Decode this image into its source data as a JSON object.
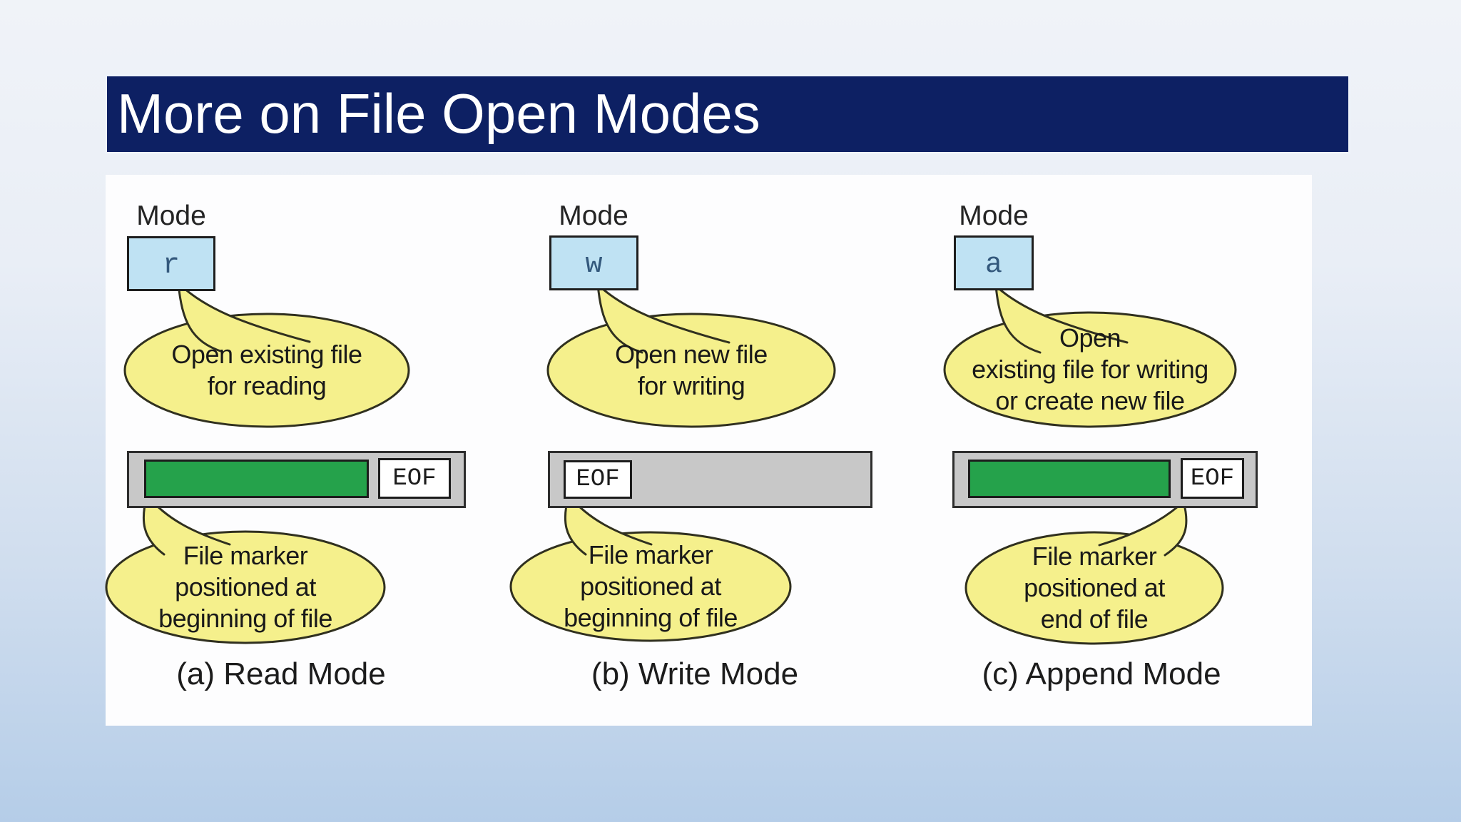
{
  "title": "More on File Open Modes",
  "colors": {
    "title_bg": "#0d2063",
    "title_text": "#ffffff",
    "slide_panel": "#fdfdfe",
    "bubble_fill": "#f5f08c",
    "bubble_stroke": "#30301f",
    "mode_box_fill": "#bfe2f3",
    "mode_letter": "#33587c",
    "bar_fill": "#c8c8c8",
    "bar_stroke": "#2d2d2d",
    "data_fill": "#25a24b",
    "ink": "#1c1c1c",
    "bg_top": "#f0f3f8",
    "bg_bottom": "#b5cde8"
  },
  "figure": {
    "columns": [
      {
        "mode_label": "Mode",
        "mode_letter": "r",
        "eof_label": "EOF",
        "open_bubble": {
          "lines": [
            "Open existing file",
            "for reading"
          ]
        },
        "marker_bubble": {
          "lines": [
            "File marker",
            "positioned at",
            "beginning of file"
          ]
        },
        "caption": "(a) Read Mode"
      },
      {
        "mode_label": "Mode",
        "mode_letter": "w",
        "eof_label": "EOF",
        "open_bubble": {
          "lines": [
            "Open new file",
            "for writing"
          ]
        },
        "marker_bubble": {
          "lines": [
            "File marker",
            "positioned at",
            "beginning of file"
          ]
        },
        "caption": "(b) Write Mode"
      },
      {
        "mode_label": "Mode",
        "mode_letter": "a",
        "eof_label": "EOF",
        "open_bubble": {
          "lines": [
            "Open",
            "existing file for writing",
            "or create new file"
          ]
        },
        "marker_bubble": {
          "lines": [
            "File marker",
            "positioned at",
            "end of file"
          ]
        },
        "caption": "(c) Append Mode"
      }
    ]
  }
}
